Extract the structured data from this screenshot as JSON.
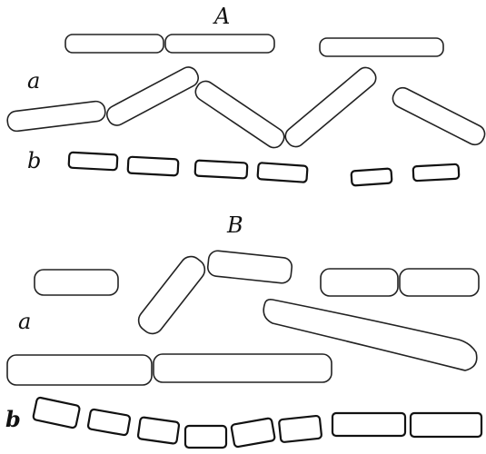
{
  "figure": {
    "panels": [
      {
        "id": "A",
        "label": "A",
        "row_a_label": "a",
        "row_b_label": "b"
      },
      {
        "id": "B",
        "label": "B",
        "row_a_label": "a",
        "row_b_label": "b"
      }
    ]
  }
}
